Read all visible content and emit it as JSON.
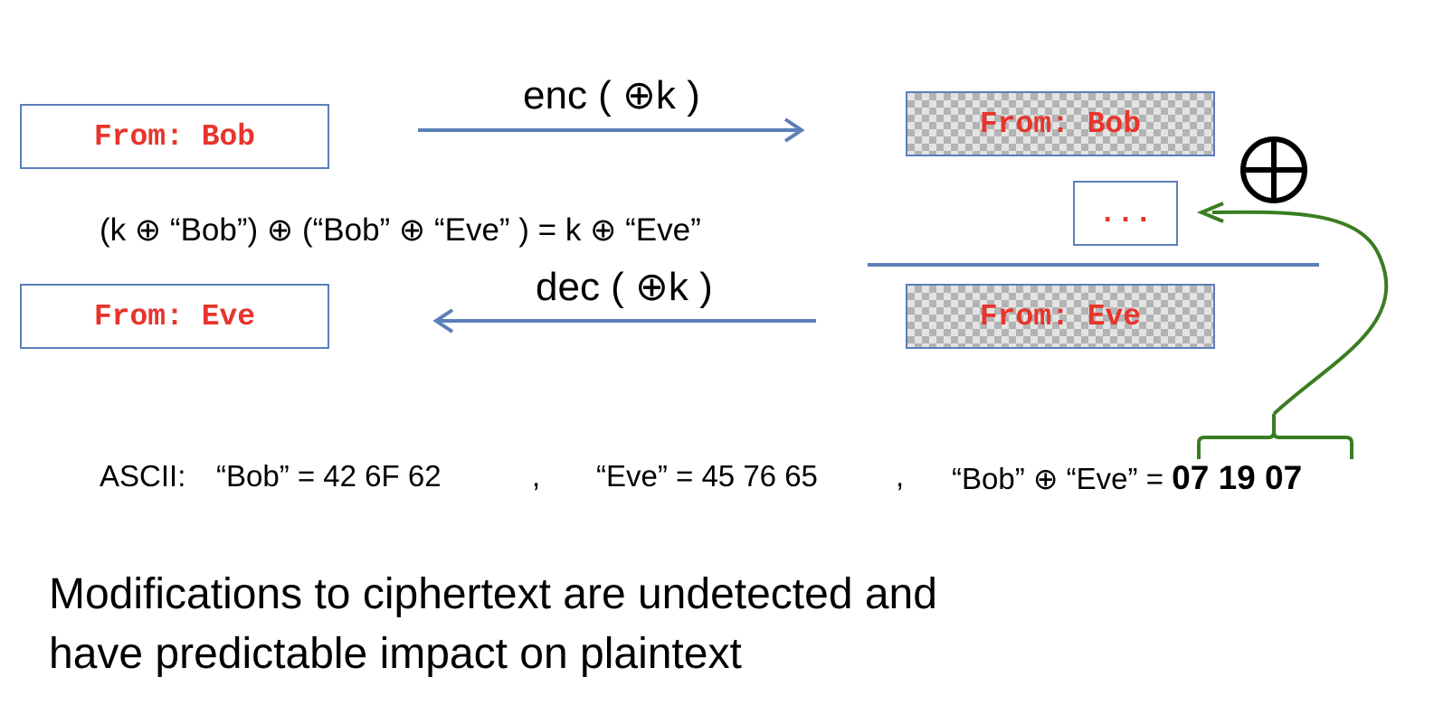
{
  "plaintext_top": "From: Bob",
  "plaintext_bottom": "From: Eve",
  "ciphertext_top": "From: Bob",
  "ciphertext_bottom": "From: Eve",
  "delta_box": "...",
  "enc_label": "enc  ( ⊕k )",
  "dec_label": "dec ( ⊕k )",
  "xor_symbol": "⊕",
  "equation": "(k ⊕ “Bob”) ⊕ (“Bob” ⊕ “Eve” ) = k ⊕ “Eve”",
  "ascii": {
    "prefix": "ASCII:",
    "bob": "“Bob” = 42 6F 62",
    "sep1": ",",
    "eve": "“Eve” = 45 76 65",
    "sep2": ",",
    "xor_expr": "“Bob” ⊕ “Eve” =",
    "xor_value": "07 19 07"
  },
  "caption": {
    "line1": "Modifications to ciphertext are undetected and",
    "line2": "have predictable impact on plaintext"
  },
  "colors": {
    "box_border": "#5b7fb8",
    "arrow": "#5b7fb8",
    "mono_text": "#e8342b",
    "curve": "#3a7d22"
  }
}
